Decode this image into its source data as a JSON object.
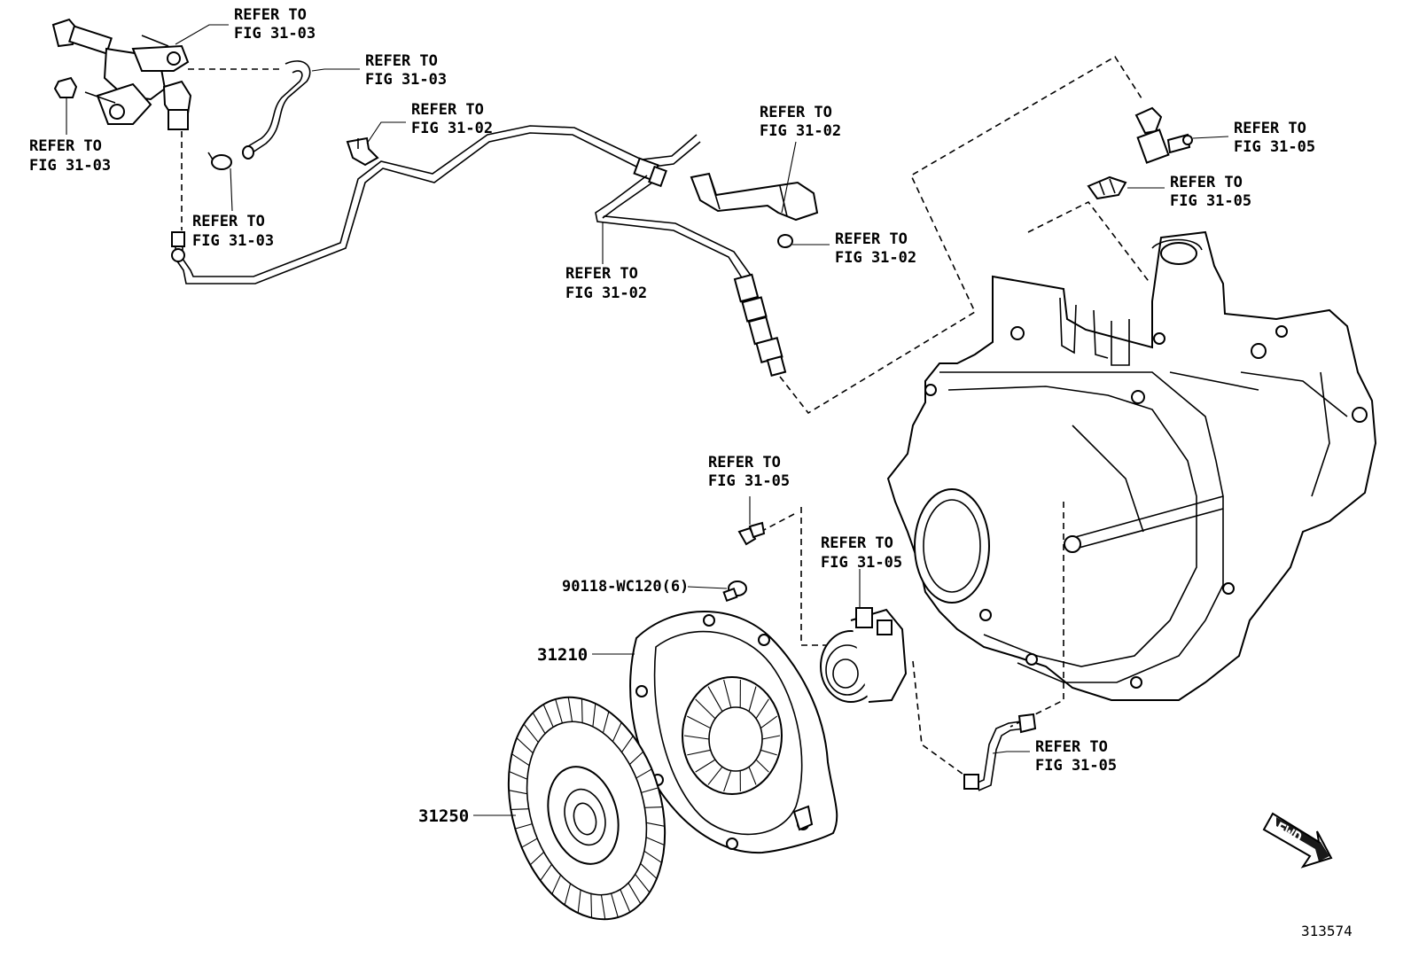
{
  "callouts": [
    {
      "id": "c1",
      "line1": "REFER TO",
      "line2": "FIG 31-03"
    },
    {
      "id": "c2",
      "line1": "REFER TO",
      "line2": "FIG 31-03"
    },
    {
      "id": "c3",
      "line1": "REFER TO",
      "line2": "FIG 31-03"
    },
    {
      "id": "c4",
      "line1": "REFER TO",
      "line2": "FIG 31-03"
    },
    {
      "id": "c5",
      "line1": "REFER TO",
      "line2": "FIG 31-02"
    },
    {
      "id": "c6",
      "line1": "REFER TO",
      "line2": "FIG 31-02"
    },
    {
      "id": "c7",
      "line1": "REFER TO",
      "line2": "FIG 31-02"
    },
    {
      "id": "c8",
      "line1": "REFER TO",
      "line2": "FIG 31-02"
    },
    {
      "id": "c9",
      "line1": "REFER TO",
      "line2": "FIG 31-05"
    },
    {
      "id": "c10",
      "line1": "REFER TO",
      "line2": "FIG 31-05"
    },
    {
      "id": "c11",
      "line1": "REFER TO",
      "line2": "FIG 31-05"
    },
    {
      "id": "c12",
      "line1": "REFER TO",
      "line2": "FIG 31-05"
    },
    {
      "id": "c13",
      "line1": "REFER TO",
      "line2": "FIG 31-05"
    }
  ],
  "parts": {
    "bolt": "90118-WC120(6)",
    "clutch_cover": "31210",
    "clutch_disc": "31250"
  },
  "fwd_label": "FWD",
  "illustration_id": "313574"
}
